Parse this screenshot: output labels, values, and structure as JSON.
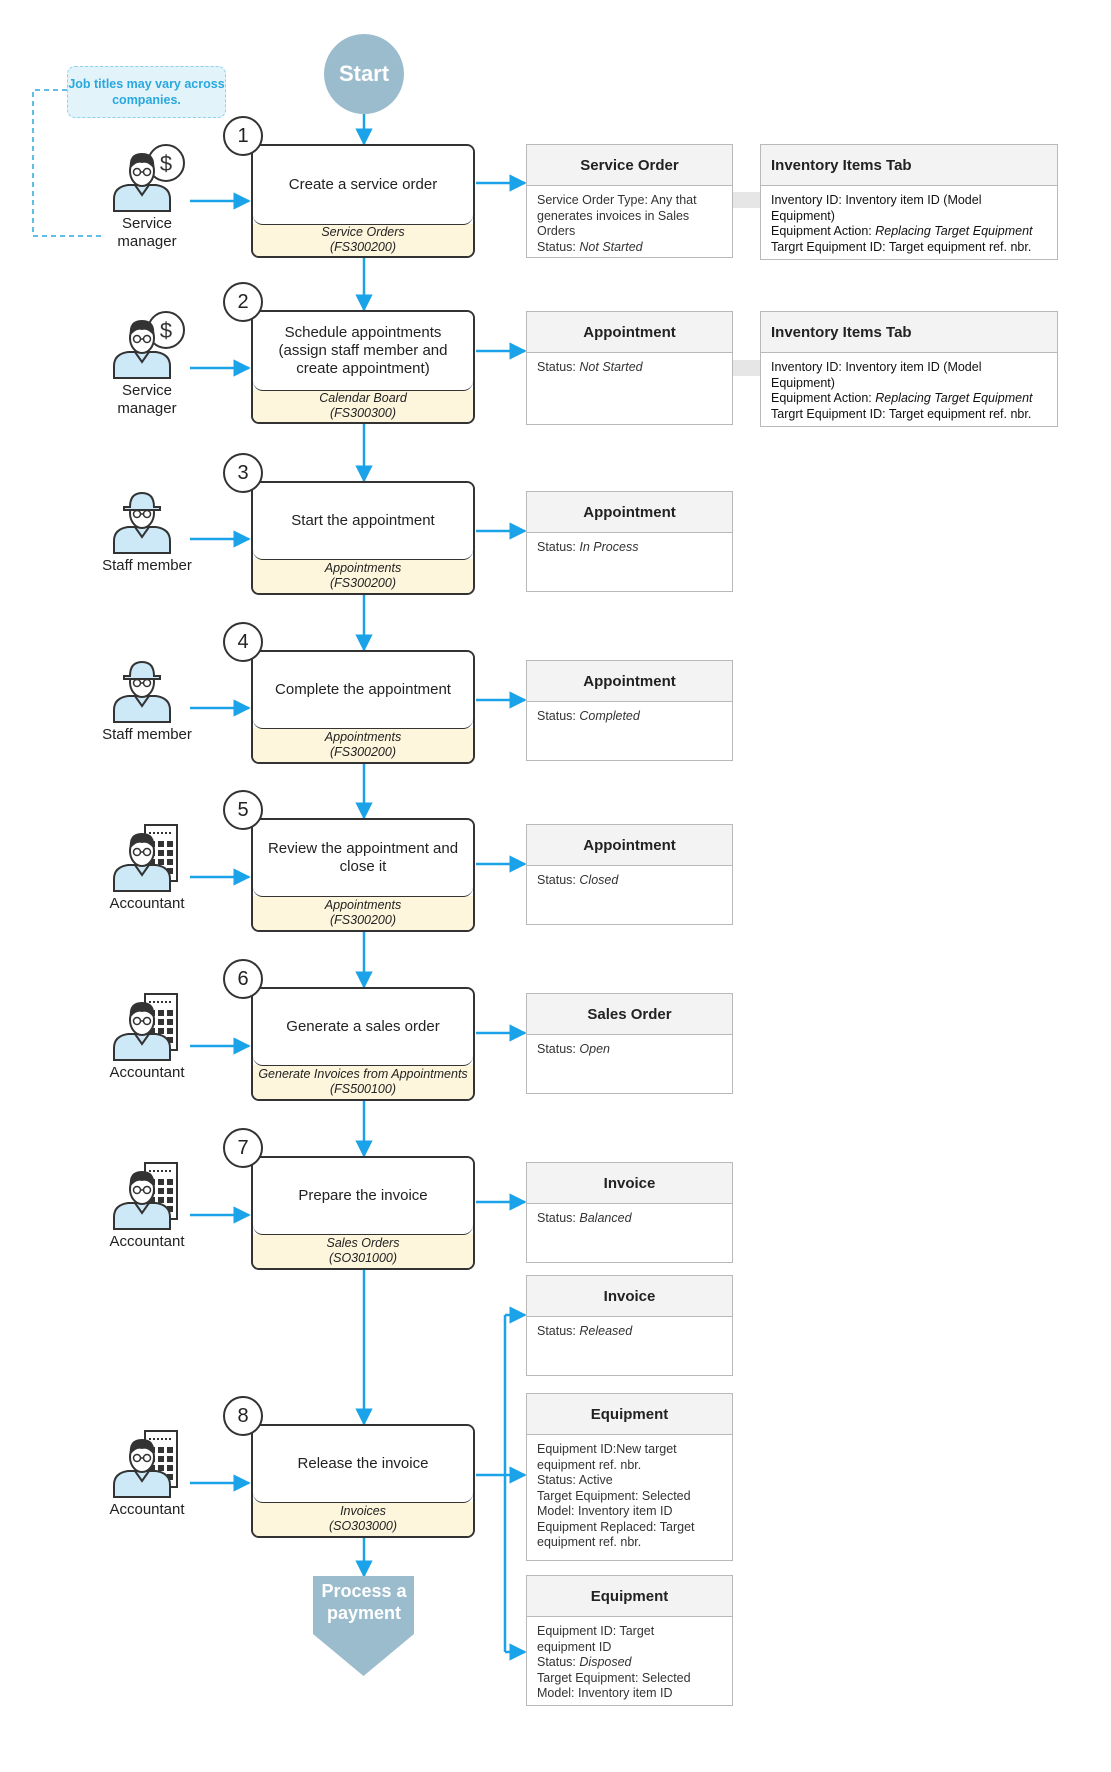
{
  "start_label": "Start",
  "note": "Job titles may vary across companies.",
  "roles": [
    {
      "label": "Service manager",
      "icon": "service-manager-icon"
    },
    {
      "label": "Service manager",
      "icon": "service-manager-icon"
    },
    {
      "label": "Staff member",
      "icon": "staff-member-icon"
    },
    {
      "label": "Staff member",
      "icon": "staff-member-icon"
    },
    {
      "label": "Accountant",
      "icon": "accountant-icon"
    },
    {
      "label": "Accountant",
      "icon": "accountant-icon"
    },
    {
      "label": "Accountant",
      "icon": "accountant-icon"
    },
    {
      "label": "Accountant",
      "icon": "accountant-icon"
    }
  ],
  "steps": [
    {
      "number": "1",
      "action": "Create a service order",
      "form": "Service Orders",
      "code": "(FS300200)"
    },
    {
      "number": "2",
      "action": "Schedule appointments (assign staff member and create appointment)",
      "form": "Calendar Board",
      "code": "(FS300300)"
    },
    {
      "number": "3",
      "action": "Start the appointment",
      "form": "Appointments",
      "code": "(FS300200)"
    },
    {
      "number": "4",
      "action": "Complete the appointment",
      "form": "Appointments",
      "code": "(FS300200)"
    },
    {
      "number": "5",
      "action": "Review the appointment and close it",
      "form": "Appointments",
      "code": "(FS300200)"
    },
    {
      "number": "6",
      "action": "Generate a sales order",
      "form": "Generate Invoices from Appointments",
      "code": "(FS500100)"
    },
    {
      "number": "7",
      "action": "Prepare the invoice",
      "form": "Sales Orders",
      "code": "(SO301000)"
    },
    {
      "number": "8",
      "action": "Release the invoice",
      "form": "Invoices",
      "code": "(SO303000)"
    }
  ],
  "cards": [
    {
      "title": "Service Order",
      "lines": [
        {
          "label": "Service Order Type: Any that",
          "value": ""
        },
        {
          "label": "generates invoices in Sales",
          "value": ""
        },
        {
          "label": "Orders",
          "value": ""
        },
        {
          "label": "Status: ",
          "value": "Not Started"
        }
      ]
    },
    {
      "title": "Inventory Items Tab",
      "lines": [
        {
          "label": "Inventory ID: Inventory item ID (Model",
          "value": ""
        },
        {
          "label": "Equipment)",
          "value": ""
        },
        {
          "label": "Equipment Action: ",
          "value": "Replacing Target Equipment"
        },
        {
          "label": "Targrt Equipment ID: Target equipment ref. nbr.",
          "value": ""
        }
      ]
    },
    {
      "title": "Appointment",
      "lines": [
        {
          "label": "Status: ",
          "value": "Not Started"
        }
      ]
    },
    {
      "title": "Inventory Items Tab",
      "lines": [
        {
          "label": "Inventory ID: Inventory item ID (Model",
          "value": ""
        },
        {
          "label": "Equipment)",
          "value": ""
        },
        {
          "label": "Equipment Action: ",
          "value": "Replacing Target Equipment"
        },
        {
          "label": "Targrt Equipment ID: Target equipment ref. nbr.",
          "value": ""
        }
      ]
    },
    {
      "title": "Appointment",
      "lines": [
        {
          "label": "Status: ",
          "value": "In Process"
        }
      ]
    },
    {
      "title": "Appointment",
      "lines": [
        {
          "label": "Status: ",
          "value": "Completed"
        }
      ]
    },
    {
      "title": "Appointment",
      "lines": [
        {
          "label": "Status: ",
          "value": "Closed"
        }
      ]
    },
    {
      "title": "Sales Order",
      "lines": [
        {
          "label": "Status: ",
          "value": "Open"
        }
      ]
    },
    {
      "title": "Invoice",
      "lines": [
        {
          "label": "Status: ",
          "value": "Balanced"
        }
      ]
    },
    {
      "title": "Invoice",
      "lines": [
        {
          "label": "Status: ",
          "value": "Released"
        }
      ]
    },
    {
      "title": "Equipment",
      "lines": [
        {
          "label": "Equipment ID:New target",
          "value": ""
        },
        {
          "label": "equipment ref. nbr.",
          "value": ""
        },
        {
          "label": "Status: Active",
          "value": ""
        },
        {
          "label": "Target Equipment: Selected",
          "value": ""
        },
        {
          "label": "Model: Inventory item ID",
          "value": ""
        },
        {
          "label": "Equipment Replaced: Target",
          "value": ""
        },
        {
          "label": "equipment ref. nbr.",
          "value": ""
        }
      ]
    },
    {
      "title": "Equipment",
      "lines": [
        {
          "label": "Equipment ID: Target",
          "value": ""
        },
        {
          "label": "equipment ID",
          "value": ""
        },
        {
          "label": "Status: ",
          "value": "Disposed"
        },
        {
          "label": "Target Equipment: Selected",
          "value": ""
        },
        {
          "label": "Model: Inventory item ID",
          "value": ""
        }
      ]
    }
  ],
  "end_label_line1": "Process a",
  "end_label_line2": "payment",
  "colors": {
    "arrow": "#1aa3e8",
    "start": "#9bbccd",
    "footer": "#fdf5dc",
    "note": "#29a8de",
    "person": "#cde9f7"
  }
}
